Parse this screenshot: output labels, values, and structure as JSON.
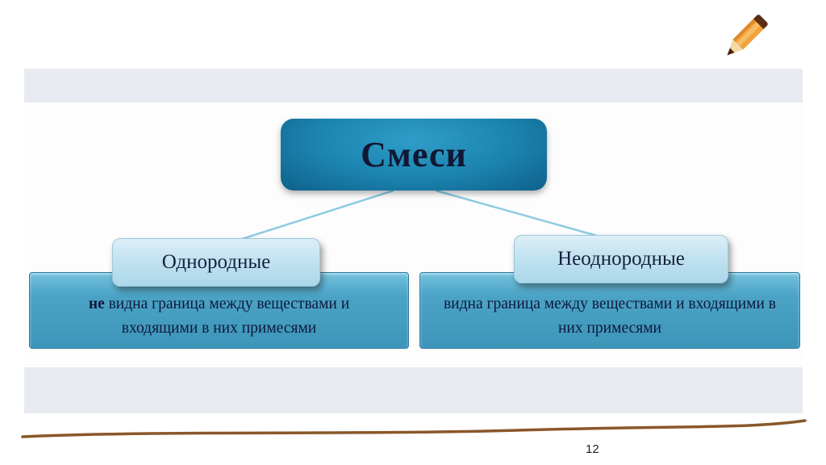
{
  "slide": {
    "page_number": "12"
  },
  "diagram": {
    "root": {
      "label": "Смеси"
    },
    "branches": [
      {
        "label": "Однородные",
        "description_bold": "не",
        "description_rest": " видна граница между веществами и входящими в них примесями"
      },
      {
        "label": "Неоднородные",
        "description_bold": "",
        "description_rest": "видна граница между веществами и входящими в них примесями"
      }
    ]
  },
  "decorations": {
    "pencil_icon": "pencil",
    "hand_drawn_line": "brown-wavy-underline"
  },
  "colors": {
    "root_box": "#1b82ae",
    "branch_box": "#c2e2f0",
    "description_box": "#4ba3c6",
    "description_border": "#2a7ba1",
    "connector": "#8fcbe3",
    "text_dark": "#0e1a3c",
    "underline_brown": "#8a572a",
    "band_gray": "#e7ebf1"
  }
}
